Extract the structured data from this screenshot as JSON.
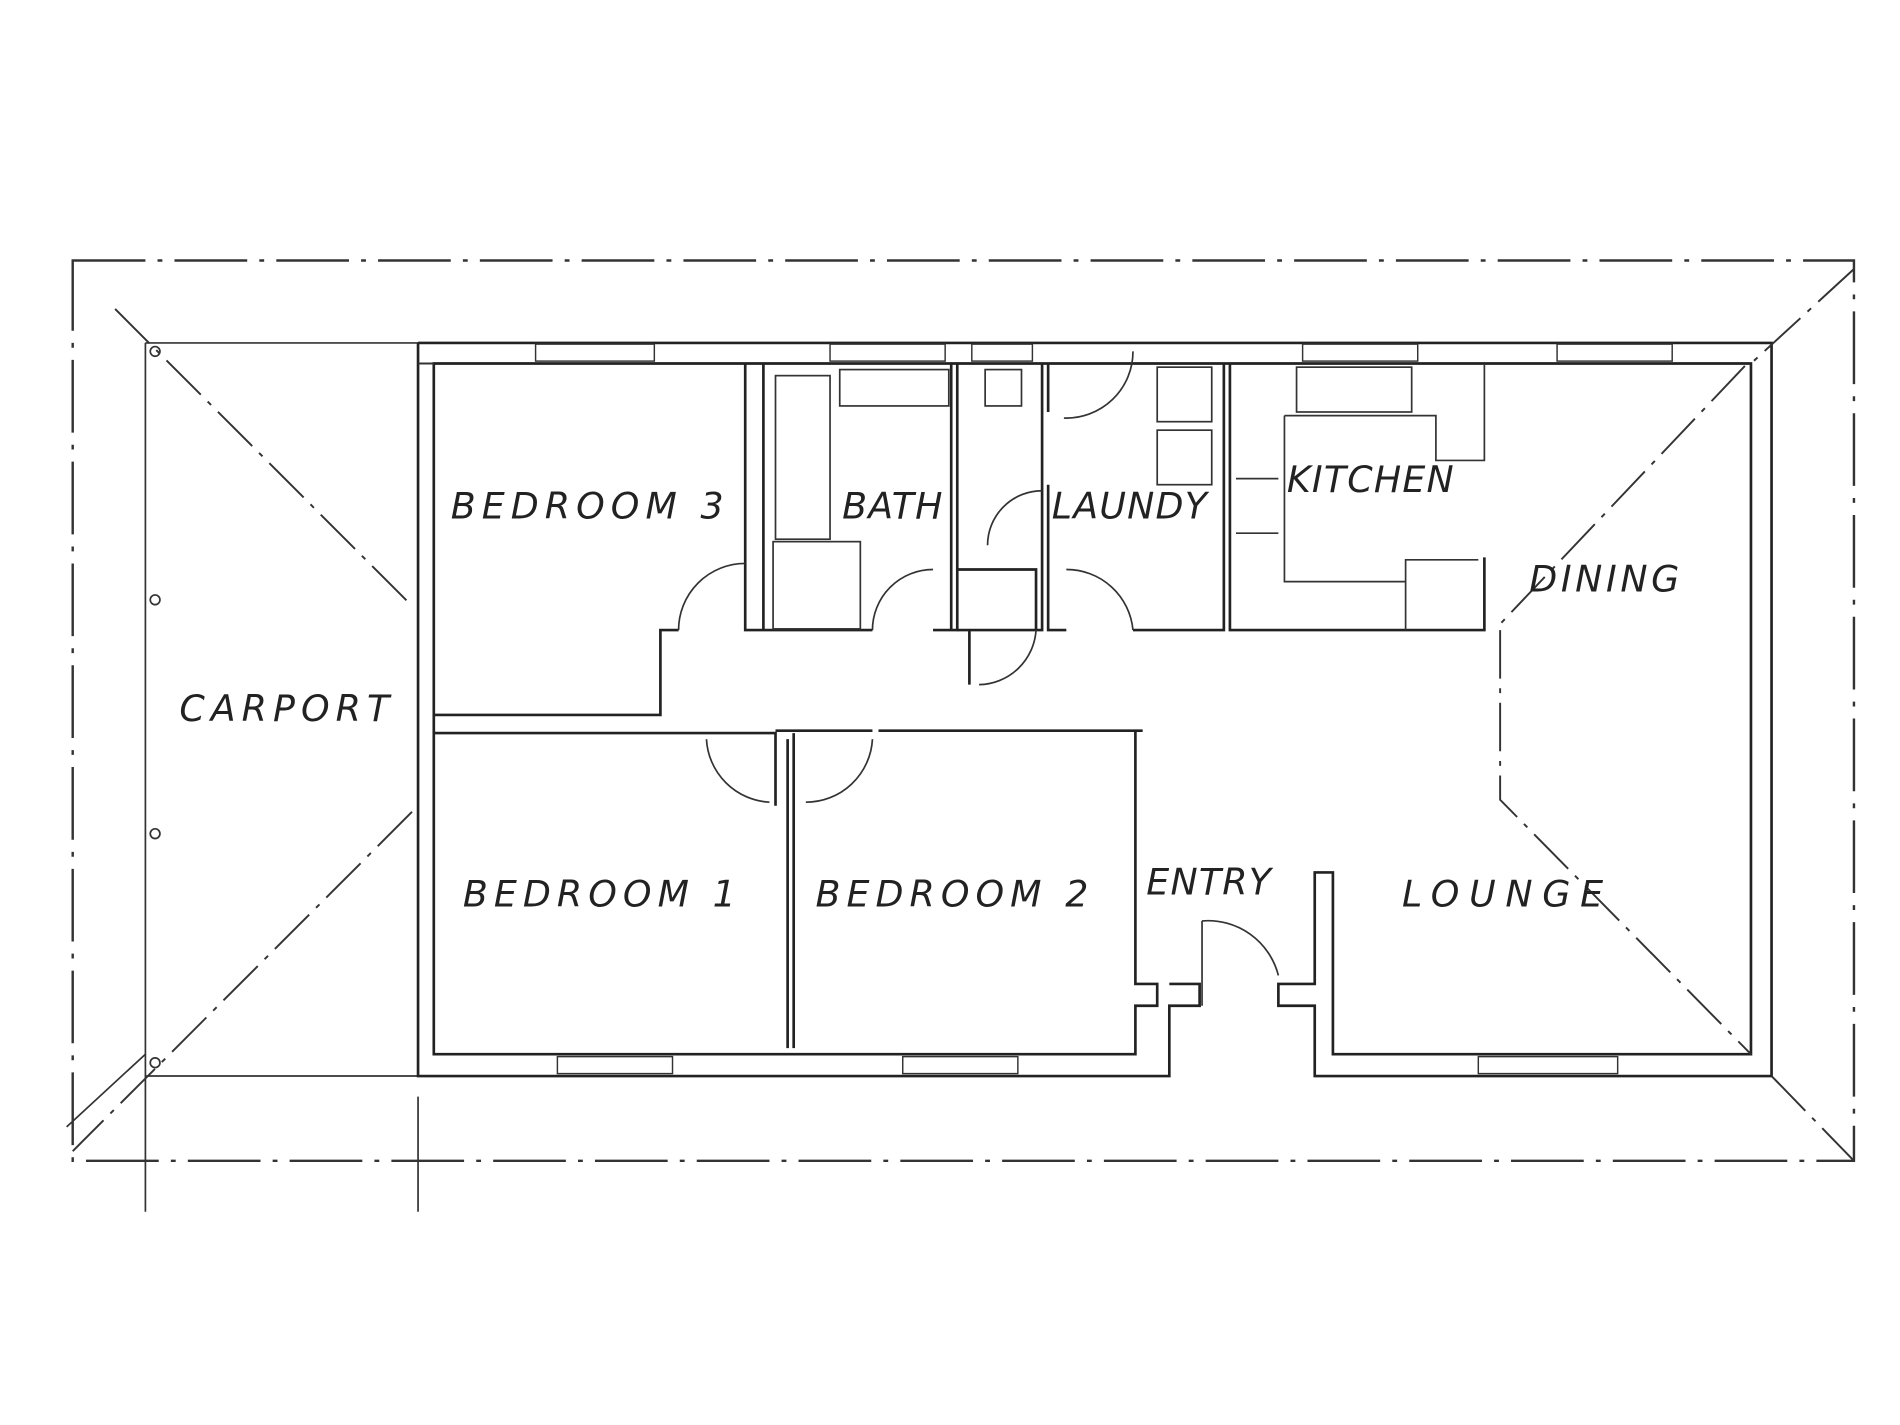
{
  "floor_plan": {
    "rooms": {
      "carport": "CARPORT",
      "bedroom3": "BEDROOM 3",
      "bath": "BATH",
      "laundry": "LAUNDY",
      "kitchen": "KITCHEN",
      "dining": "DINING",
      "bedroom1": "BEDROOM 1",
      "bedroom2": "BEDROOM 2",
      "entry": "ENTRY",
      "lounge": "LOUNGE"
    }
  }
}
